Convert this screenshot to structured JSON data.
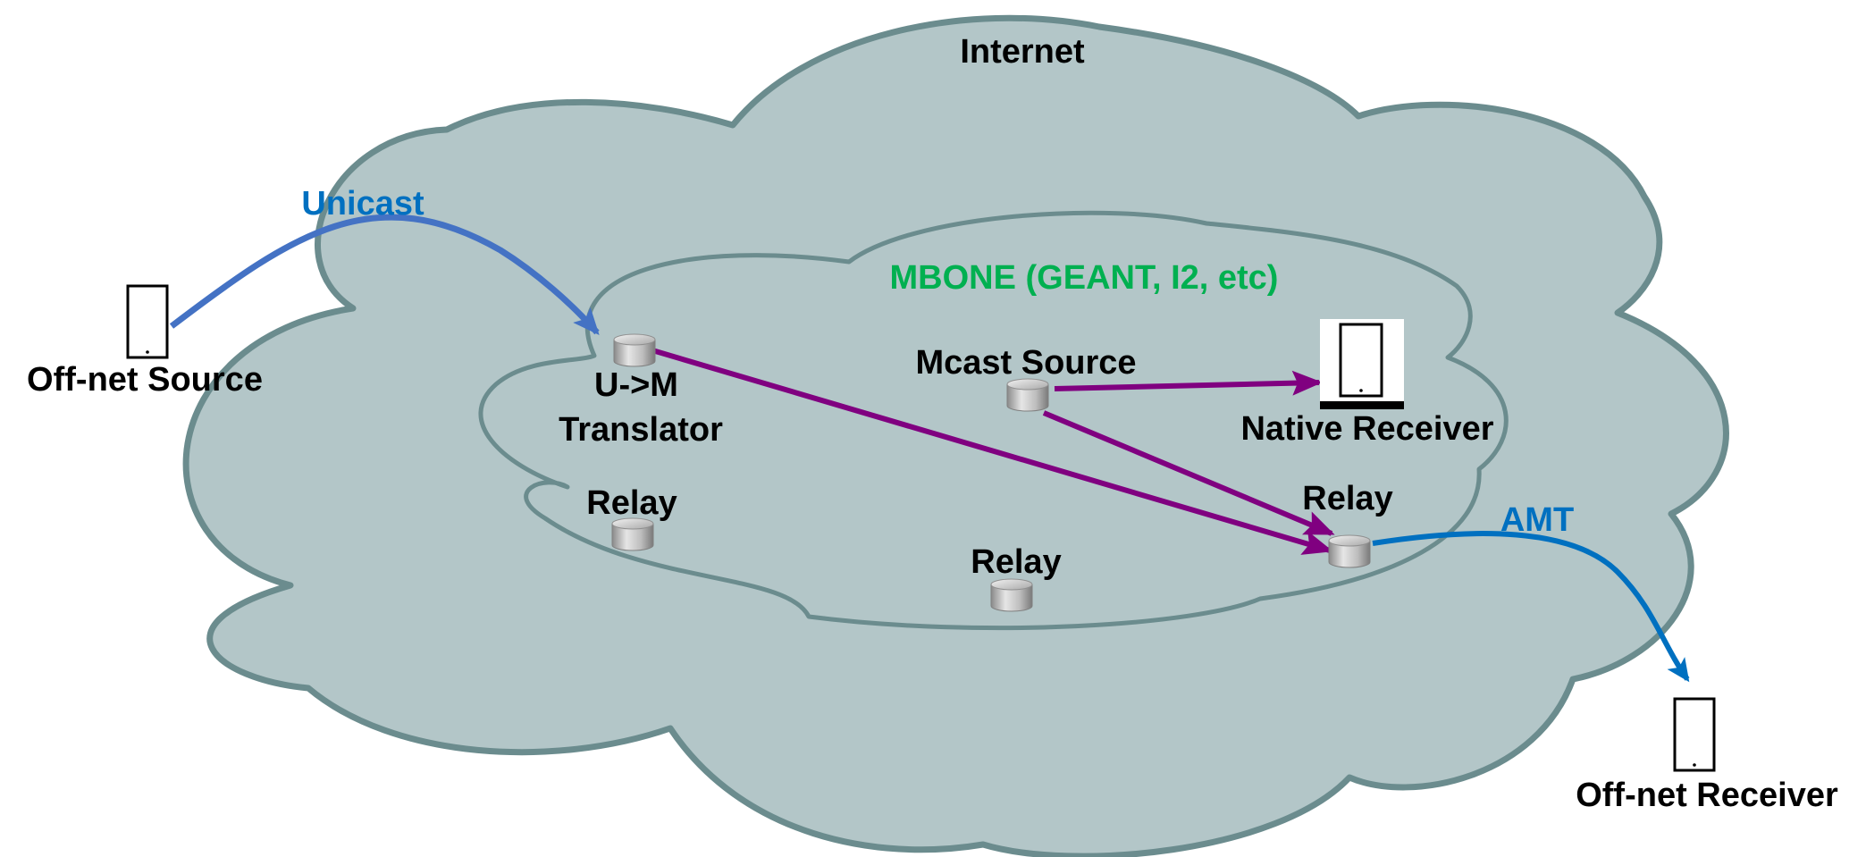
{
  "colors": {
    "cloud_fill": "#b3c6c8",
    "cloud_stroke": "#6b8c8e",
    "unicast_arrow": "#4472c4",
    "amt_arrow": "#0070c0",
    "mcast_arrow": "#800080",
    "mbone_label": "#00b050",
    "node_label": "#000000",
    "unicast_label": "#0070c0",
    "amt_label": "#0070c0"
  },
  "clouds": {
    "internet_label": "Internet",
    "mbone_label": "MBONE (GEANT, I2, etc)"
  },
  "links": {
    "unicast_label": "Unicast",
    "amt_label": "AMT"
  },
  "nodes": {
    "offnet_source": "Off-net Source",
    "translator_line1": "U->M",
    "translator_line2": "Translator",
    "relay_left": "Relay",
    "relay_center": "Relay",
    "relay_right": "Relay",
    "mcast_source": "Mcast Source",
    "native_receiver": "Native Receiver",
    "offnet_receiver": "Off-net Receiver"
  },
  "icons": {
    "device": "mobile-device-icon",
    "router": "router-cylinder-icon"
  }
}
